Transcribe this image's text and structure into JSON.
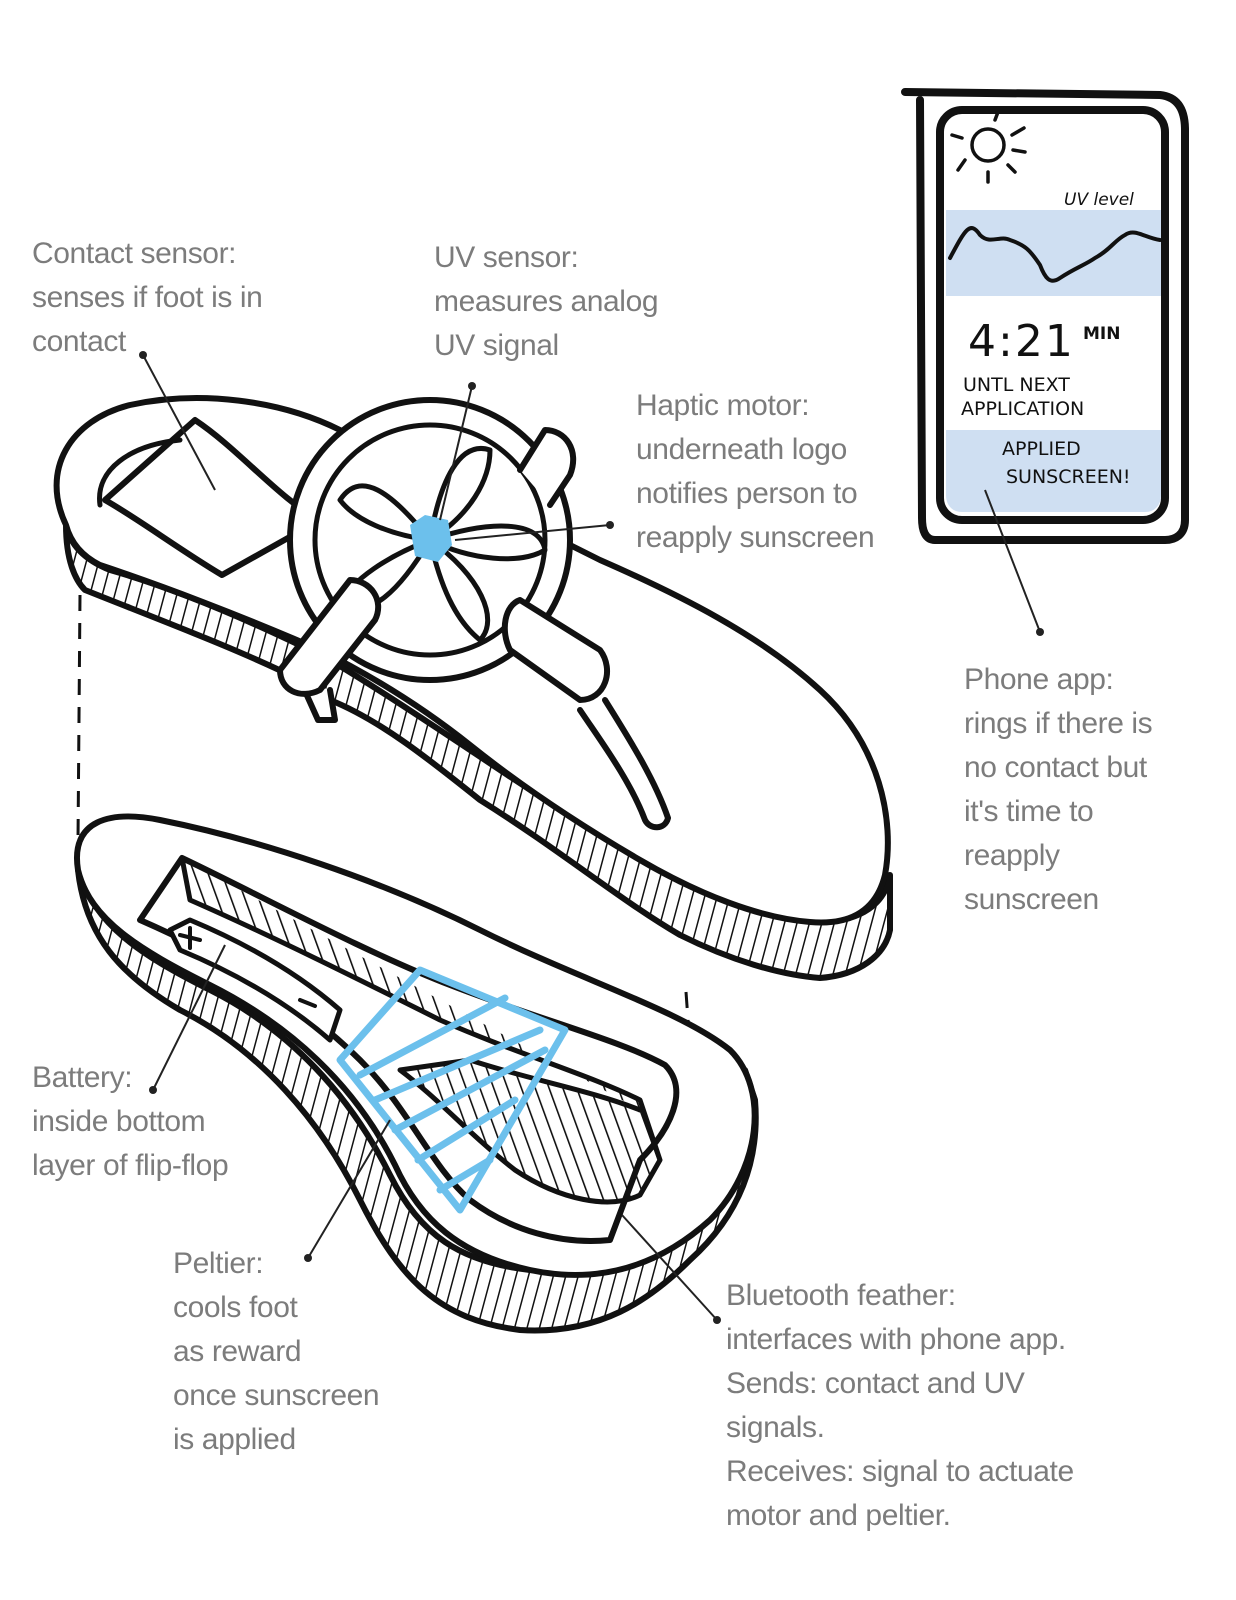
{
  "colors": {
    "ink": "#111111",
    "label_gray": "#7c7c7c",
    "accent_blue": "#6cc0ec",
    "screen_band": "#cfdff2"
  },
  "labels": {
    "contact_sensor": "Contact sensor:\nsenses if foot is in\ncontact",
    "uv_sensor": "UV sensor:\nmeasures analog\nUV signal",
    "haptic_motor": "Haptic motor:\nunderneath logo\nnotifies person to\nreapply sunscreen",
    "phone_app": "Phone app:\nrings if there is\nno contact but\nit's time to\nreapply\nsunscreen",
    "battery": "Battery:\ninside bottom\nlayer of flip-flop",
    "peltier": "Peltier:\ncools foot\nas reward\nonce sunscreen\nis applied",
    "bluetooth": "Bluetooth feather:\ninterfaces with phone app.\nSends: contact and UV\nsignals.\nReceives: signal to actuate\nmotor and peltier."
  },
  "phone_screen": {
    "uv_label": "UV level",
    "timer": "4:21",
    "timer_unit": "MIN",
    "until_line1": "UNTL NEXT",
    "until_line2": "APPLICATION",
    "button_line1": "APPLIED",
    "button_line2": "SUNSCREEN!",
    "icons": [
      "sun-icon"
    ]
  }
}
